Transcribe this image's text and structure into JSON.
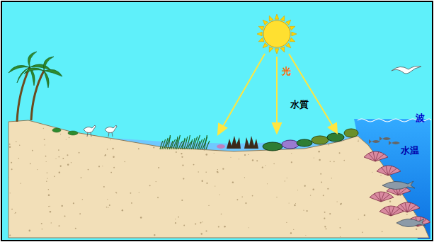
{
  "diagram": {
    "labels": [
      "光",
      "水質",
      "波",
      "水温"
    ]
  }
}
